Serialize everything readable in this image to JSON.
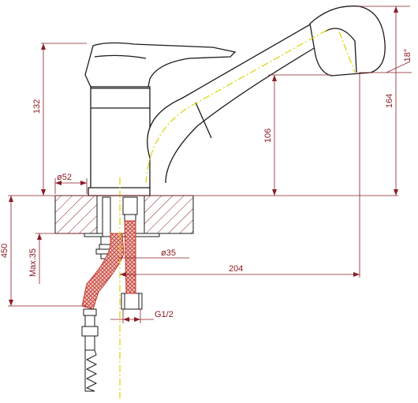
{
  "dimensions": {
    "height_body": "132",
    "diameter_base": "ø52",
    "spout_reach_height": "106",
    "total_height": "164",
    "overall_450": "450",
    "max_thickness": "Max.35",
    "hole_diameter": "ø35",
    "spout_reach": "204",
    "thread": "G1/2",
    "tilt_angle": "18°"
  },
  "colors": {
    "outline": "#1a1a1a",
    "dimension": "#8a1c24",
    "centerline": "#d9d400",
    "hose": "#c0392b"
  }
}
